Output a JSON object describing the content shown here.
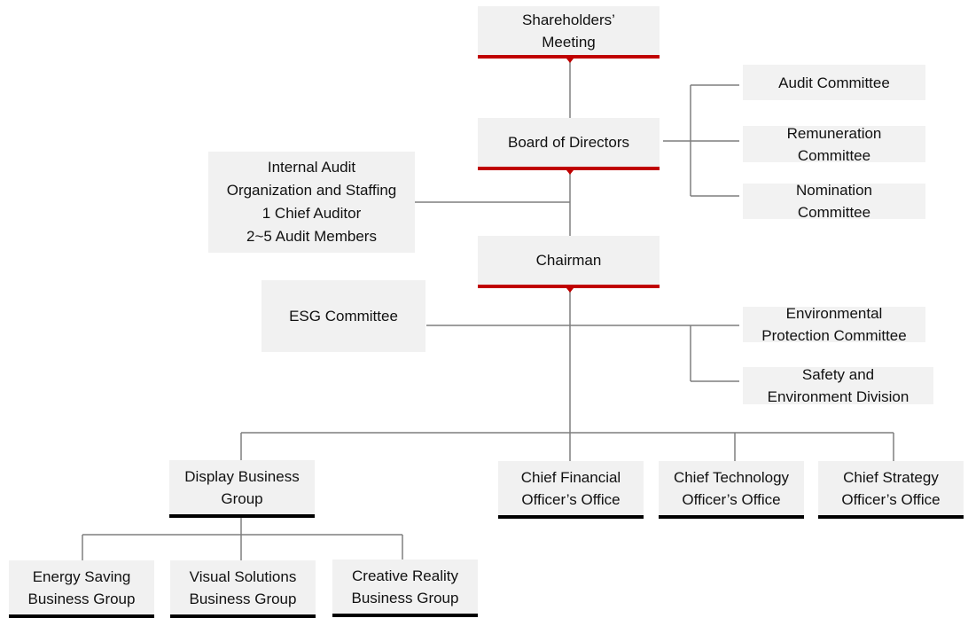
{
  "nodes": {
    "shareholders": {
      "lines": [
        "Shareholders’",
        "Meeting"
      ]
    },
    "board": {
      "lines": [
        "Board of Directors"
      ]
    },
    "audit_committee": {
      "lines": [
        "Audit Committee"
      ]
    },
    "remuneration_committee": {
      "lines": [
        "Remuneration",
        "Committee"
      ]
    },
    "nomination_committee": {
      "lines": [
        "Nomination",
        "Committee"
      ]
    },
    "internal_audit": {
      "lines": [
        "Internal Audit",
        "Organization and Staffing",
        "1 Chief Auditor",
        "2~5 Audit Members"
      ]
    },
    "chairman": {
      "lines": [
        "Chairman"
      ]
    },
    "esg_committee": {
      "lines": [
        "ESG Committee"
      ]
    },
    "environmental_protection": {
      "lines": [
        "Environmental",
        "Protection Committee"
      ]
    },
    "safety_environment": {
      "lines": [
        "Safety and",
        "Environment Division"
      ]
    },
    "display_group": {
      "lines": [
        "Display Business",
        "Group"
      ]
    },
    "cfo_office": {
      "lines": [
        "Chief Financial",
        "Officer’s Office"
      ]
    },
    "cto_office": {
      "lines": [
        "Chief Technology",
        "Officer’s Office"
      ]
    },
    "cso_office": {
      "lines": [
        "Chief Strategy",
        "Officer’s Office"
      ]
    },
    "energy_saving": {
      "lines": [
        "Energy Saving",
        "Business Group"
      ]
    },
    "visual_solutions": {
      "lines": [
        "Visual Solutions",
        "Business Group"
      ]
    },
    "creative_reality": {
      "lines": [
        "Creative Reality",
        "Business Group"
      ]
    }
  },
  "colors": {
    "accent_red": "#c00000",
    "underline_black": "#000000",
    "box_fill": "#f1f1f1",
    "line": "#7f7f7f"
  }
}
